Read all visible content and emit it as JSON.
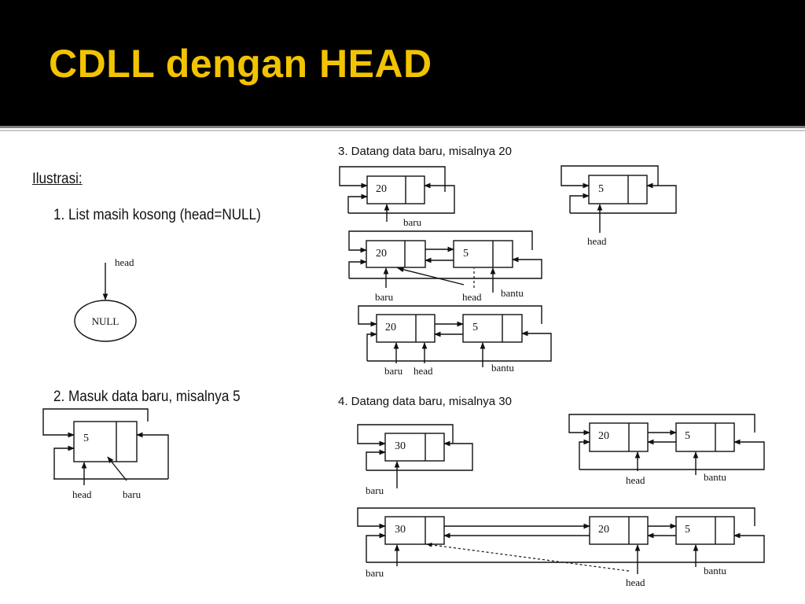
{
  "slide": {
    "title": "CDLL dengan HEAD",
    "title_color": "#f2c300",
    "header_color": "#000000"
  },
  "illustration": {
    "heading": "Ilustrasi:",
    "step1": "1.  List masih kosong (head=NULL)",
    "step1_null": "NULL",
    "step2": "2.  Masuk data baru, misalnya 5",
    "step3": "3.  Datang data baru, misalnya 20",
    "step4": "4.  Datang data baru, misalnya 30"
  },
  "labels": {
    "head": "head",
    "baru": "baru",
    "bantu": "bantu"
  },
  "values": {
    "v5": "5",
    "v20": "20",
    "v30": "30"
  }
}
